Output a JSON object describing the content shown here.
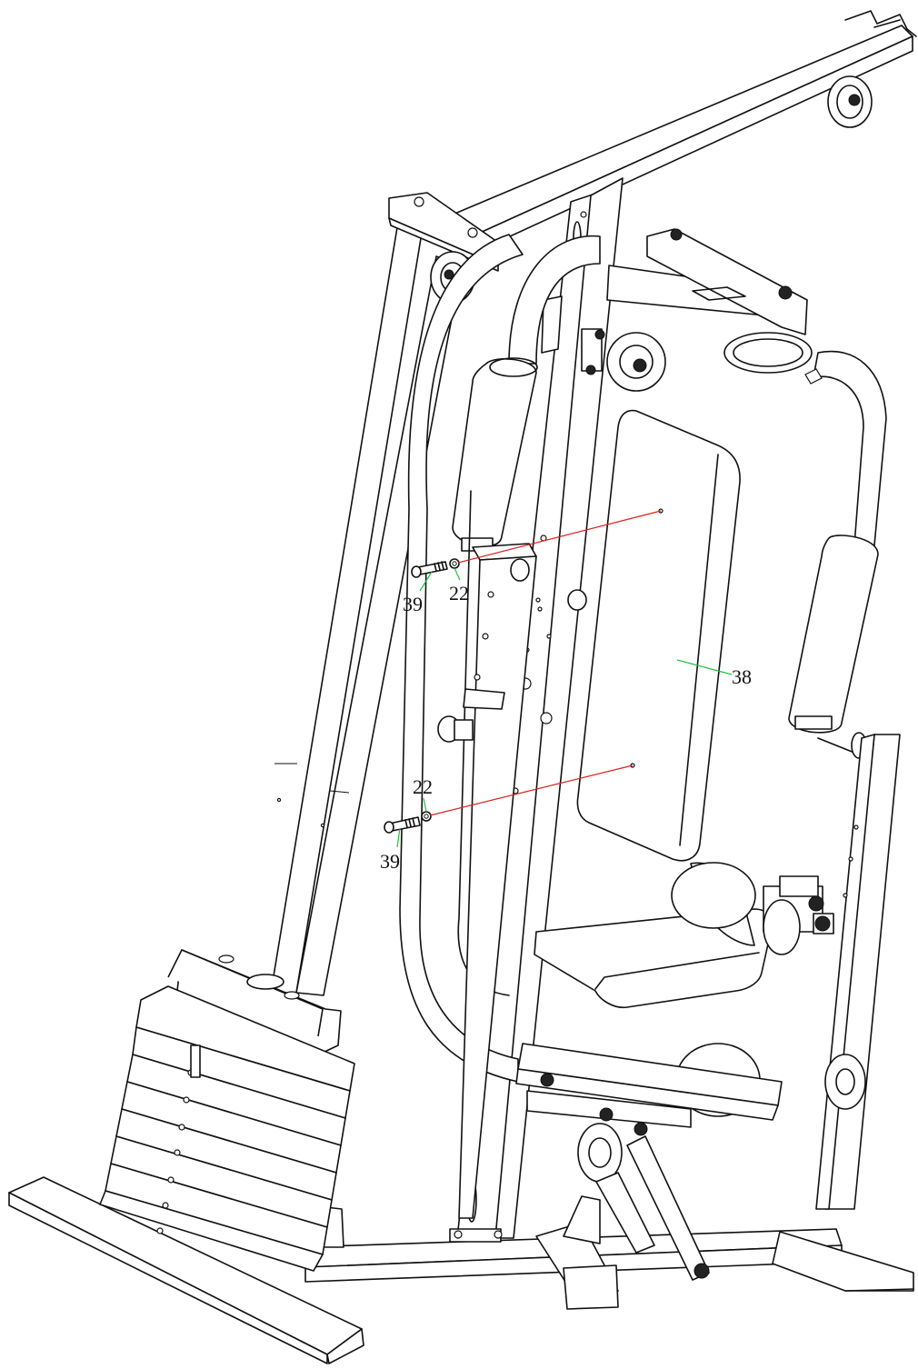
{
  "callouts": {
    "part_39_upper": "39",
    "part_22_upper": "22",
    "part_38": "38",
    "part_22_lower": "22",
    "part_39_lower": "39"
  },
  "colors": {
    "line": "#111111",
    "assembly_line": "#e02020",
    "leader_line": "#20c040",
    "background": "#ffffff"
  }
}
